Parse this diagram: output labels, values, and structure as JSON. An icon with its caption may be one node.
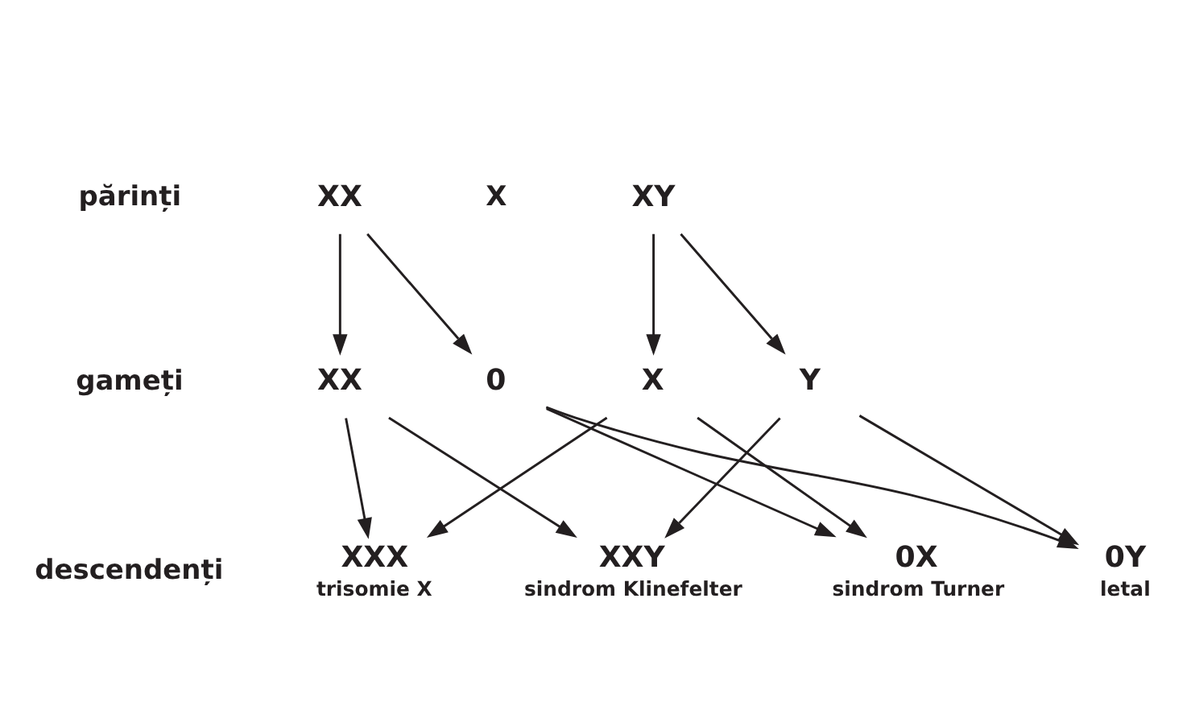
{
  "diagram": {
    "nodes": [
      {
        "text": [
          "XX"
        ]
      },
      {
        "text": [
          "XY"
        ]
      },
      {
        "text": [
          "XX"
        ]
      },
      {
        "text": [
          "0"
        ]
      },
      {
        "text": [
          "X"
        ]
      },
      {
        "text": [
          "Y"
        ]
      },
      {
        "text": [
          "XXX"
        ],
        "beside": [
          "trisomie X"
        ]
      },
      {
        "text": [
          "XXY"
        ],
        "beside": [
          "sindrom Klinefelter"
        ]
      },
      {
        "text": [
          "0X"
        ],
        "beside": [
          "sindrom Turner"
        ]
      },
      {
        "text": [
          "0Y"
        ],
        "beside": [
          "letal"
        ]
      }
    ],
    "edges": [
      {
        "from": 0,
        "to": 2,
        "arrow": "to"
      },
      {
        "from": 0,
        "to": 3,
        "arrow": "to"
      },
      {
        "from": 1,
        "to": 4,
        "arrow": "to"
      },
      {
        "from": 1,
        "to": 5,
        "arrow": "to"
      },
      {
        "from": 2,
        "to": 6,
        "arrow": "to"
      },
      {
        "from": 2,
        "to": 7,
        "arrow": "to"
      },
      {
        "from": 3,
        "to": 8,
        "arrow": "to"
      },
      {
        "from": 3,
        "to": 9,
        "arrow": "to"
      },
      {
        "from": 4,
        "to": 6,
        "arrow": "to"
      },
      {
        "from": 4,
        "to": 8,
        "arrow": "to"
      },
      {
        "from": 5,
        "to": 7,
        "arrow": "to"
      },
      {
        "from": 5,
        "to": 9,
        "arrow": "to"
      }
    ],
    "labels": [
      "părinți",
      "X",
      "gameți",
      "descendenți"
    ]
  }
}
